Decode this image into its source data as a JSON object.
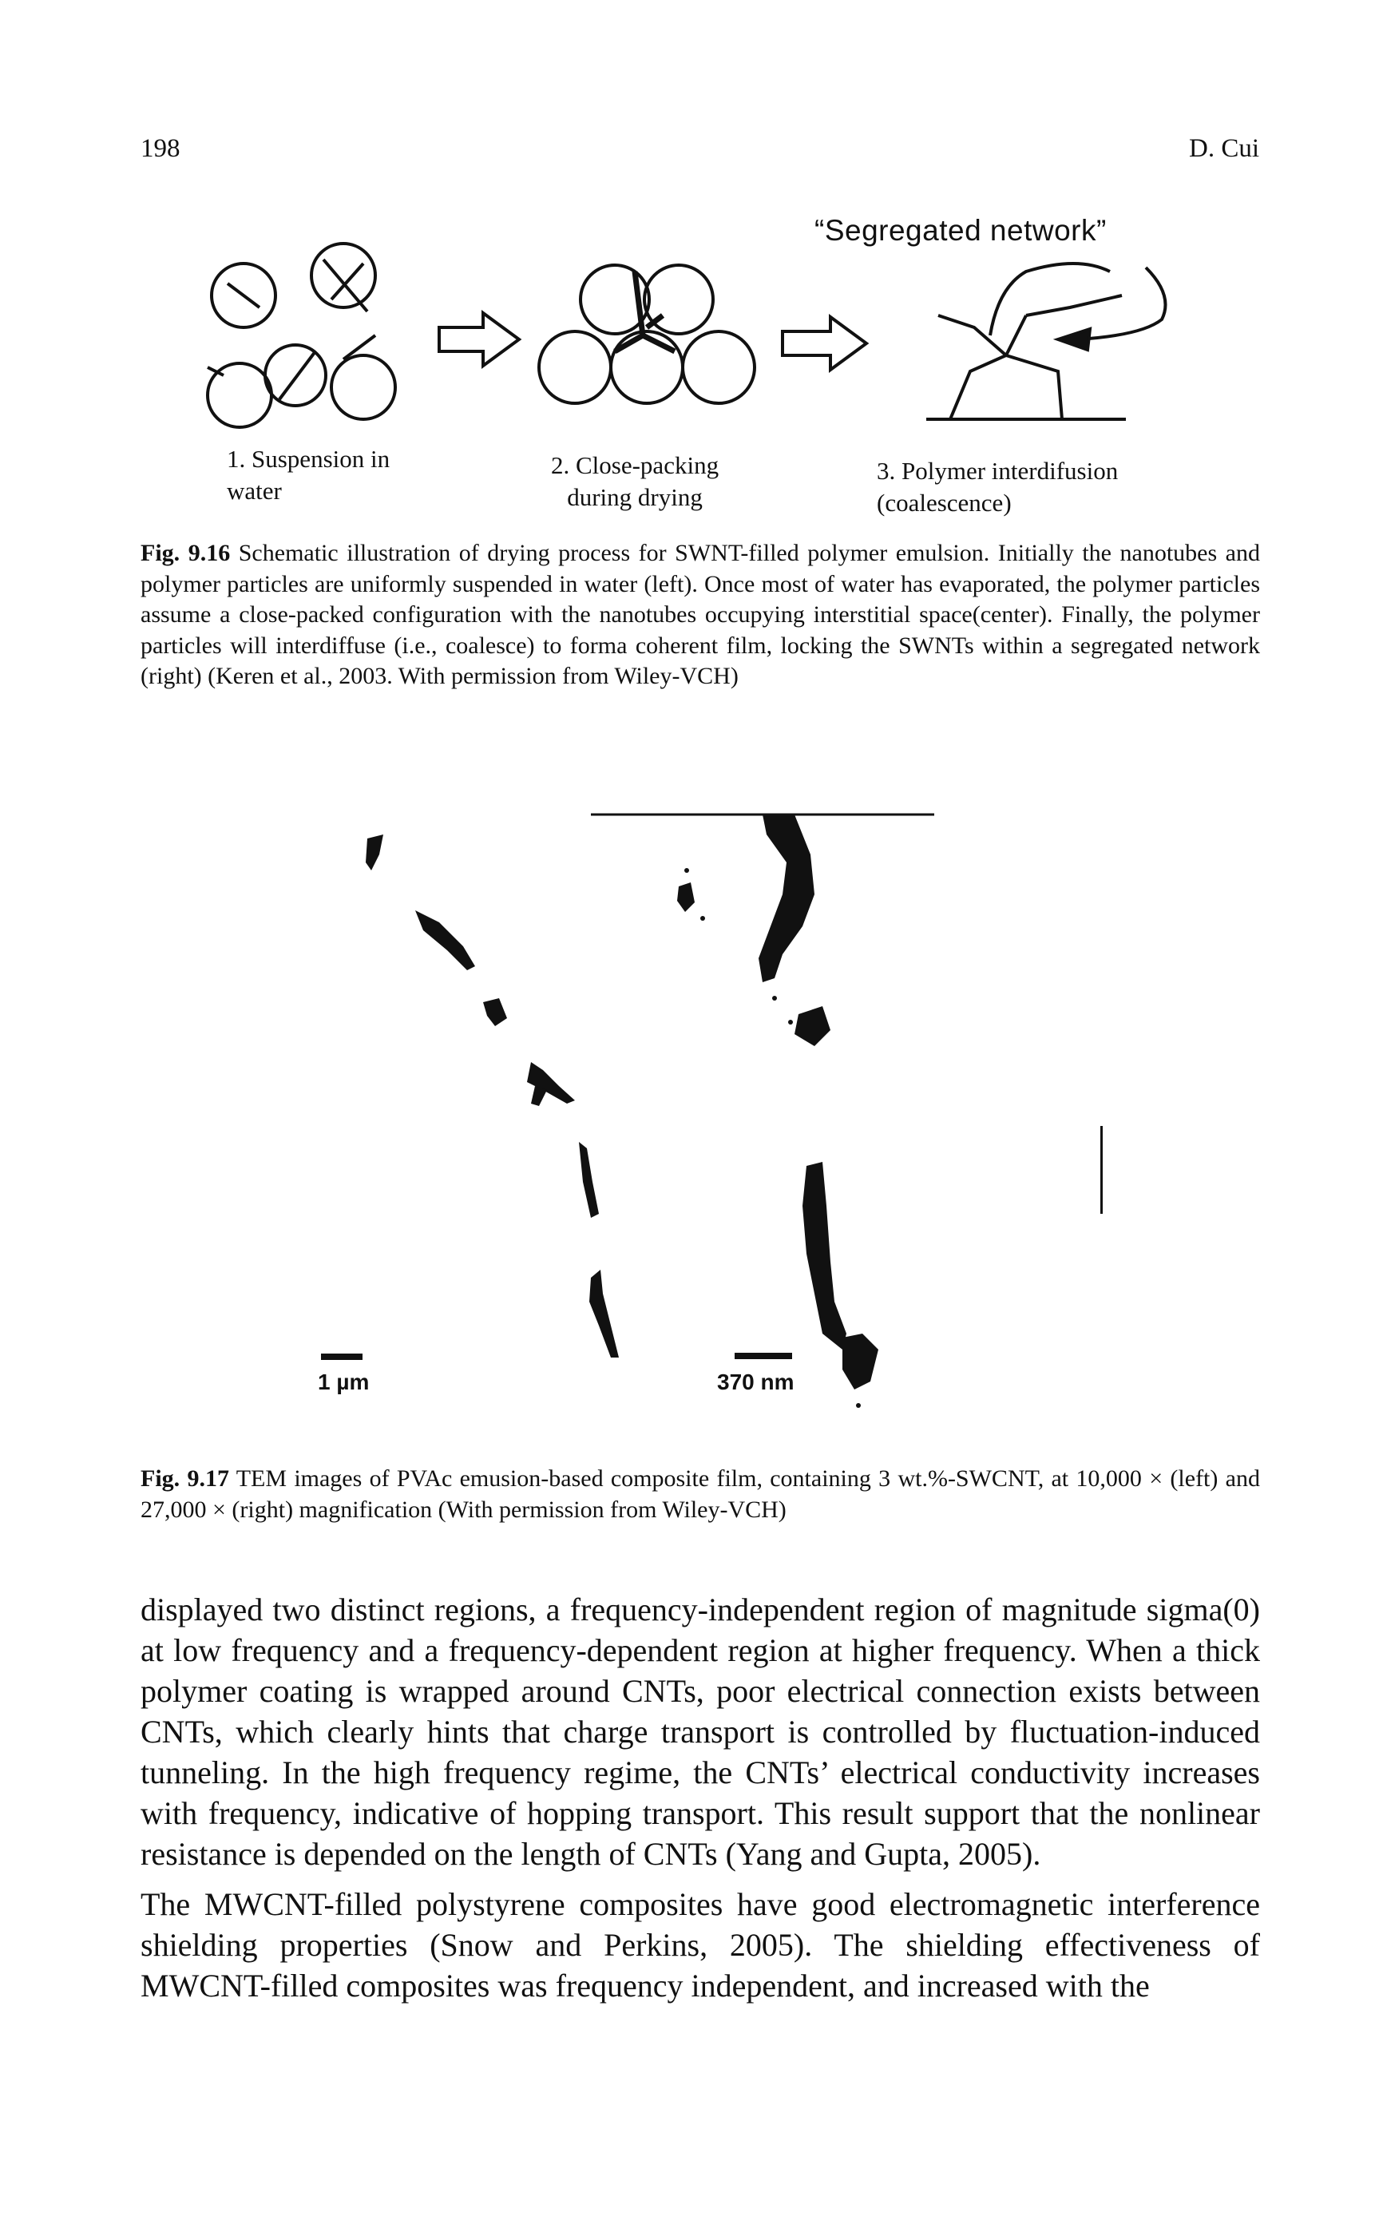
{
  "header": {
    "page_number": "198",
    "running_author": "D. Cui"
  },
  "figure_916": {
    "title_label": "“Segregated network”",
    "stage1_line1": "1. Suspension in",
    "stage1_line2": "water",
    "stage2_line1": "2. Close-packing",
    "stage2_line2": "during drying",
    "stage3_line1": "3. Polymer interdifusion",
    "stage3_line2": "(coalescence)",
    "caption_label": "Fig. 9.16",
    "caption_text": "Schematic illustration of drying process for SWNT-filled polymer emulsion. Initially the nanotubes and polymer particles are uniformly suspended in water (left). Once most of water has evaporated, the polymer particles assume a close-packed configuration with the nanotubes occupying interstitial space(center). Finally, the polymer particles will interdiffuse (i.e., coalesce) to forma coherent film, locking the SWNTs within a segregated network (right) (Keren et al., 2003. With permission from Wiley-VCH)"
  },
  "figure_917": {
    "scale_left": "1 µm",
    "scale_right": "370 nm",
    "caption_label": "Fig. 9.17",
    "caption_text": "TEM images of PVAc emusion-based composite film, containing 3 wt.%-SWCNT, at 10,000 × (left) and 27,000 × (right) magnification (With permission from Wiley-VCH)"
  },
  "body": {
    "paragraph1": "displayed two distinct regions, a frequency-independent region of magnitude sigma(0) at low frequency and a frequency-dependent region at higher frequency. When a thick polymer coating is wrapped around CNTs, poor electrical connection exists between CNTs, which clearly hints that charge transport is controlled by fluctuation-induced tunneling. In the high frequency regime, the CNTs’ electrical conductivity increases with frequency, indicative of hopping transport. This result support that the nonlinear resistance is depended on the length of CNTs (Yang and Gupta, 2005).",
    "paragraph2": "The MWCNT-filled polystyrene composites have good electromagnetic interference shielding properties (Snow and Perkins, 2005). The shielding effectiveness of MWCNT-filled composites was frequency independent, and increased with the"
  }
}
